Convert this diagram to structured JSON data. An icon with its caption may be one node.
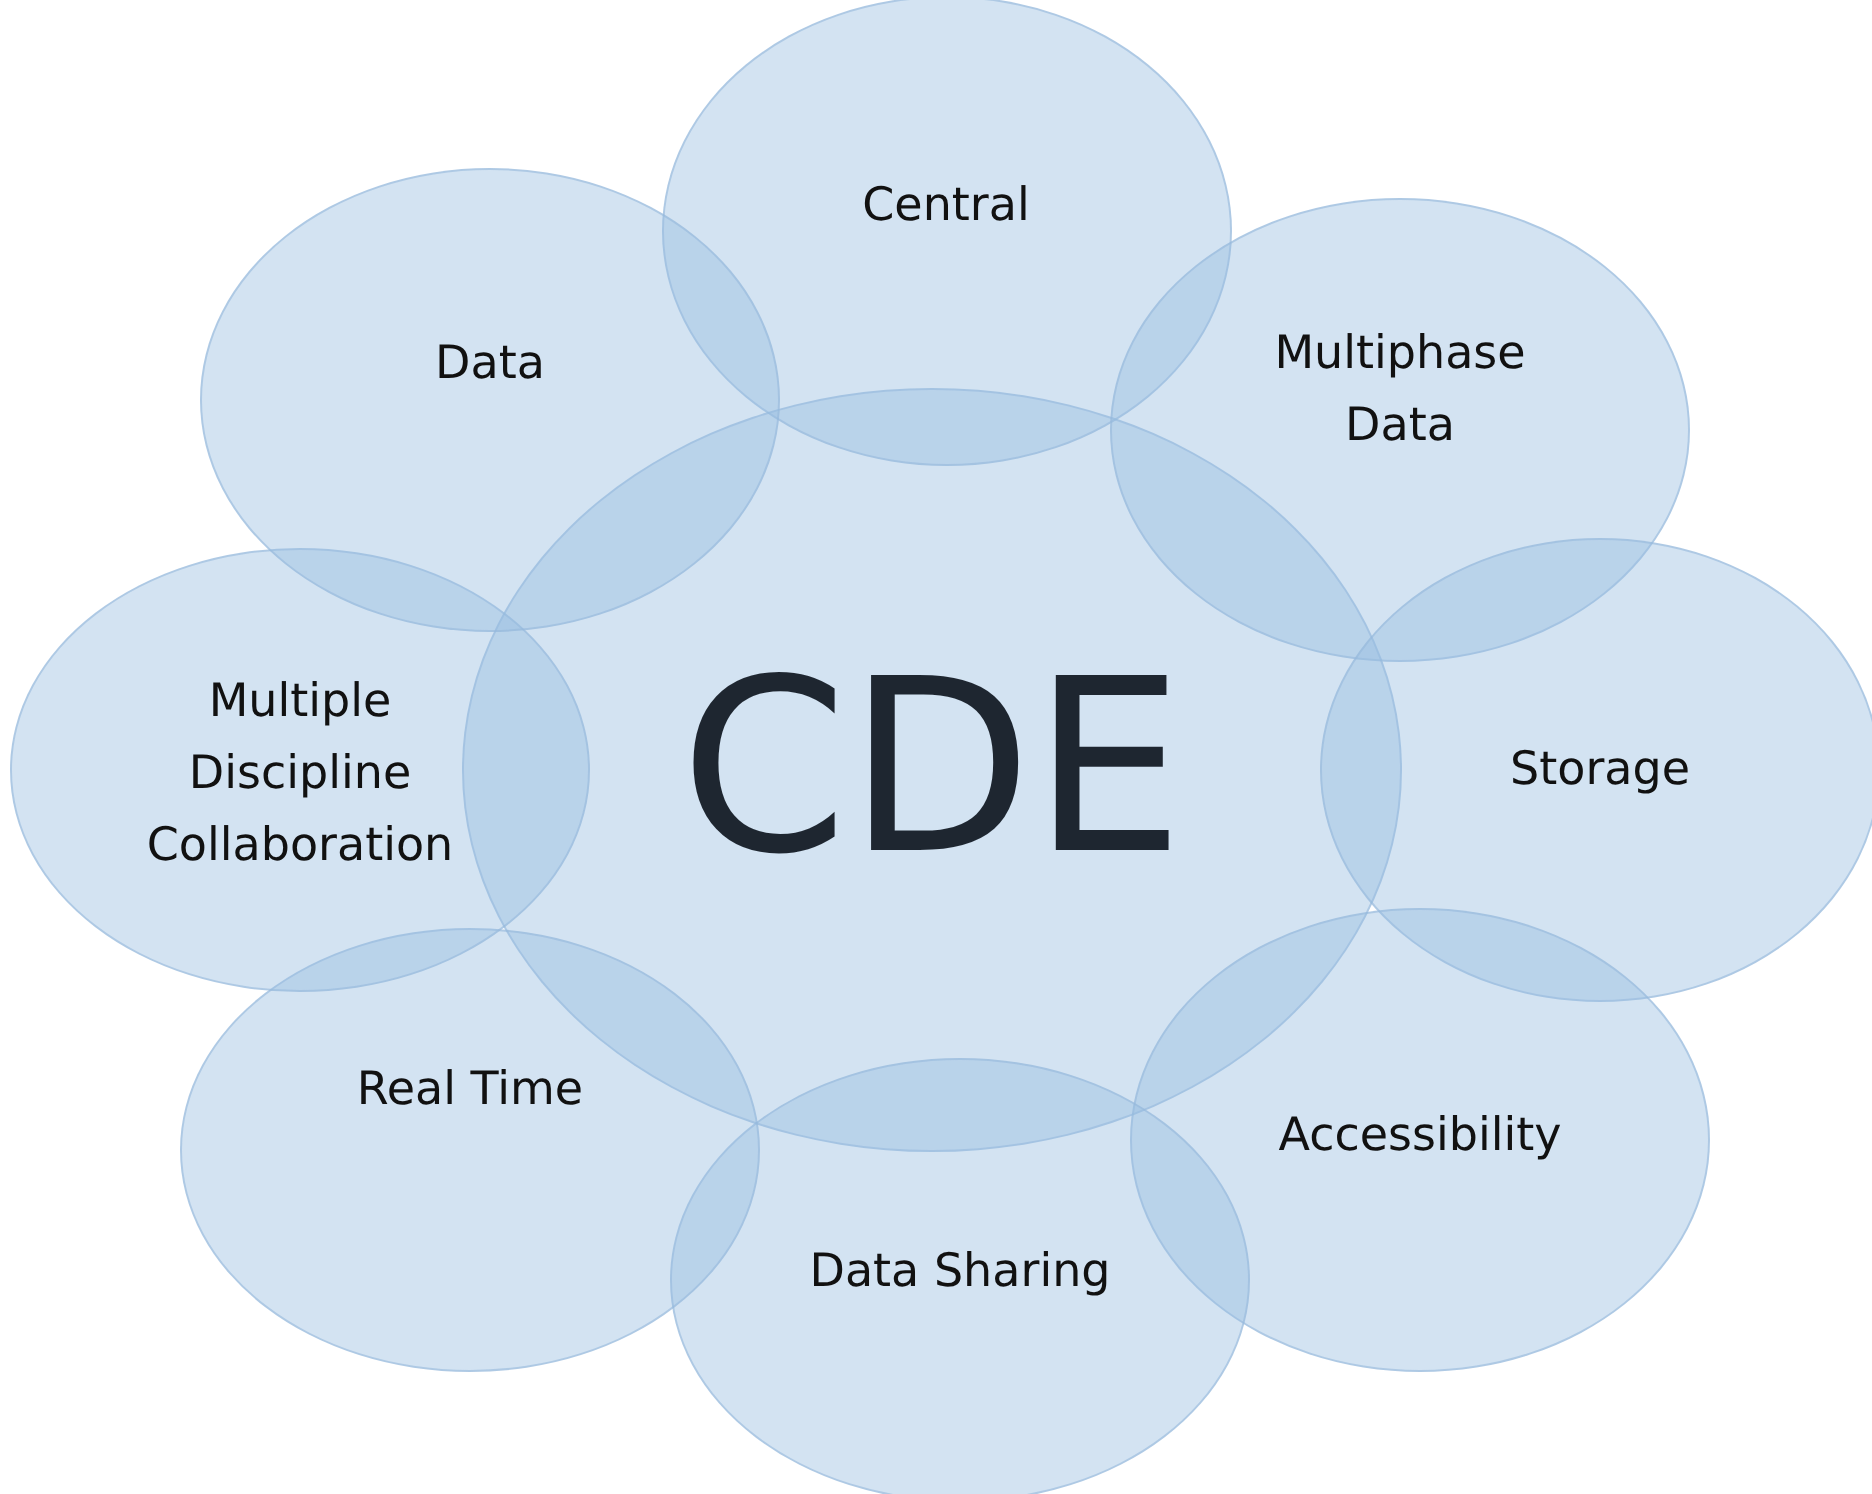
{
  "diagram": {
    "nodes": [
      {
        "text": [
          "CDE"
        ]
      },
      {
        "text": [
          "Central"
        ]
      },
      {
        "text": [
          "Multiphase Data"
        ]
      },
      {
        "text": [
          "Storage"
        ]
      },
      {
        "text": [
          "Accessibility"
        ]
      },
      {
        "text": [
          "Data Sharing"
        ]
      },
      {
        "text": [
          "Real Time"
        ]
      },
      {
        "text": [
          "Multiple Discipline Collaboration"
        ]
      },
      {
        "text": [
          "Data"
        ]
      }
    ]
  }
}
